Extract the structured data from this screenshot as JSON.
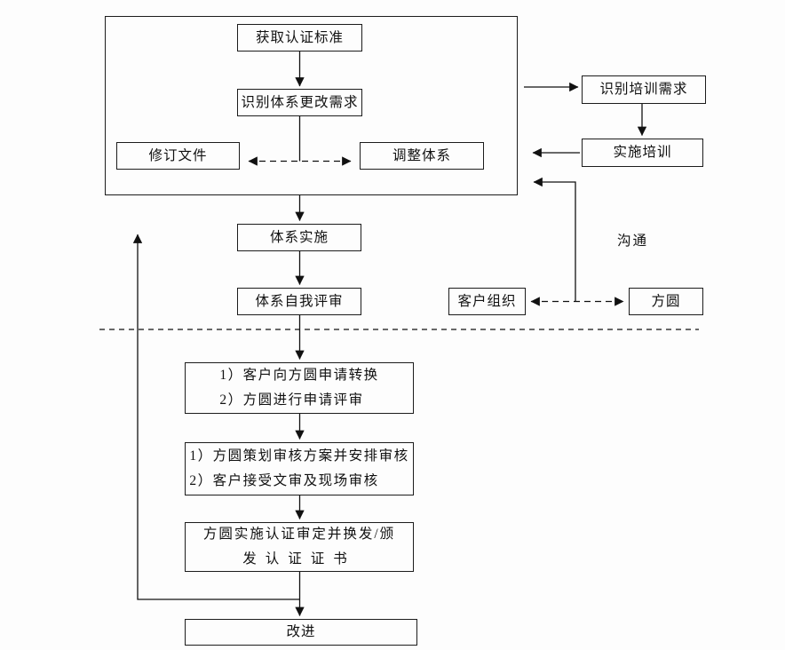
{
  "diagram": {
    "nodes": {
      "get_standard": {
        "label": "获取认证标准"
      },
      "identify_change_needs": {
        "label": "识别体系更改需求"
      },
      "revise_documents": {
        "label": "修订文件"
      },
      "adjust_system": {
        "label": "调整体系"
      },
      "identify_training_needs": {
        "label": "识别培训需求"
      },
      "implement_training": {
        "label": "实施培训"
      },
      "system_implementation": {
        "label": "体系实施"
      },
      "system_self_review": {
        "label": "体系自我评审"
      },
      "customer_organization": {
        "label": "客户组织"
      },
      "fangyuan": {
        "label": "方圆"
      },
      "apply_conversion": {
        "line1": "1）客户向方圆申请转换",
        "line2": "2）方圆进行申请评审"
      },
      "audit_arrangement": {
        "line1": "1）方圆策划审核方案并安排审核",
        "line2": "2）客户接受文审及现场审核"
      },
      "certification_decision": {
        "line1": "方圆实施认证审定并换发/颁",
        "line2": "发认证证书"
      },
      "improvement": {
        "label": "改进"
      }
    },
    "labels": {
      "communication": "沟通"
    },
    "colors": {
      "line": "#111111",
      "background": "#fdfdfd"
    }
  }
}
